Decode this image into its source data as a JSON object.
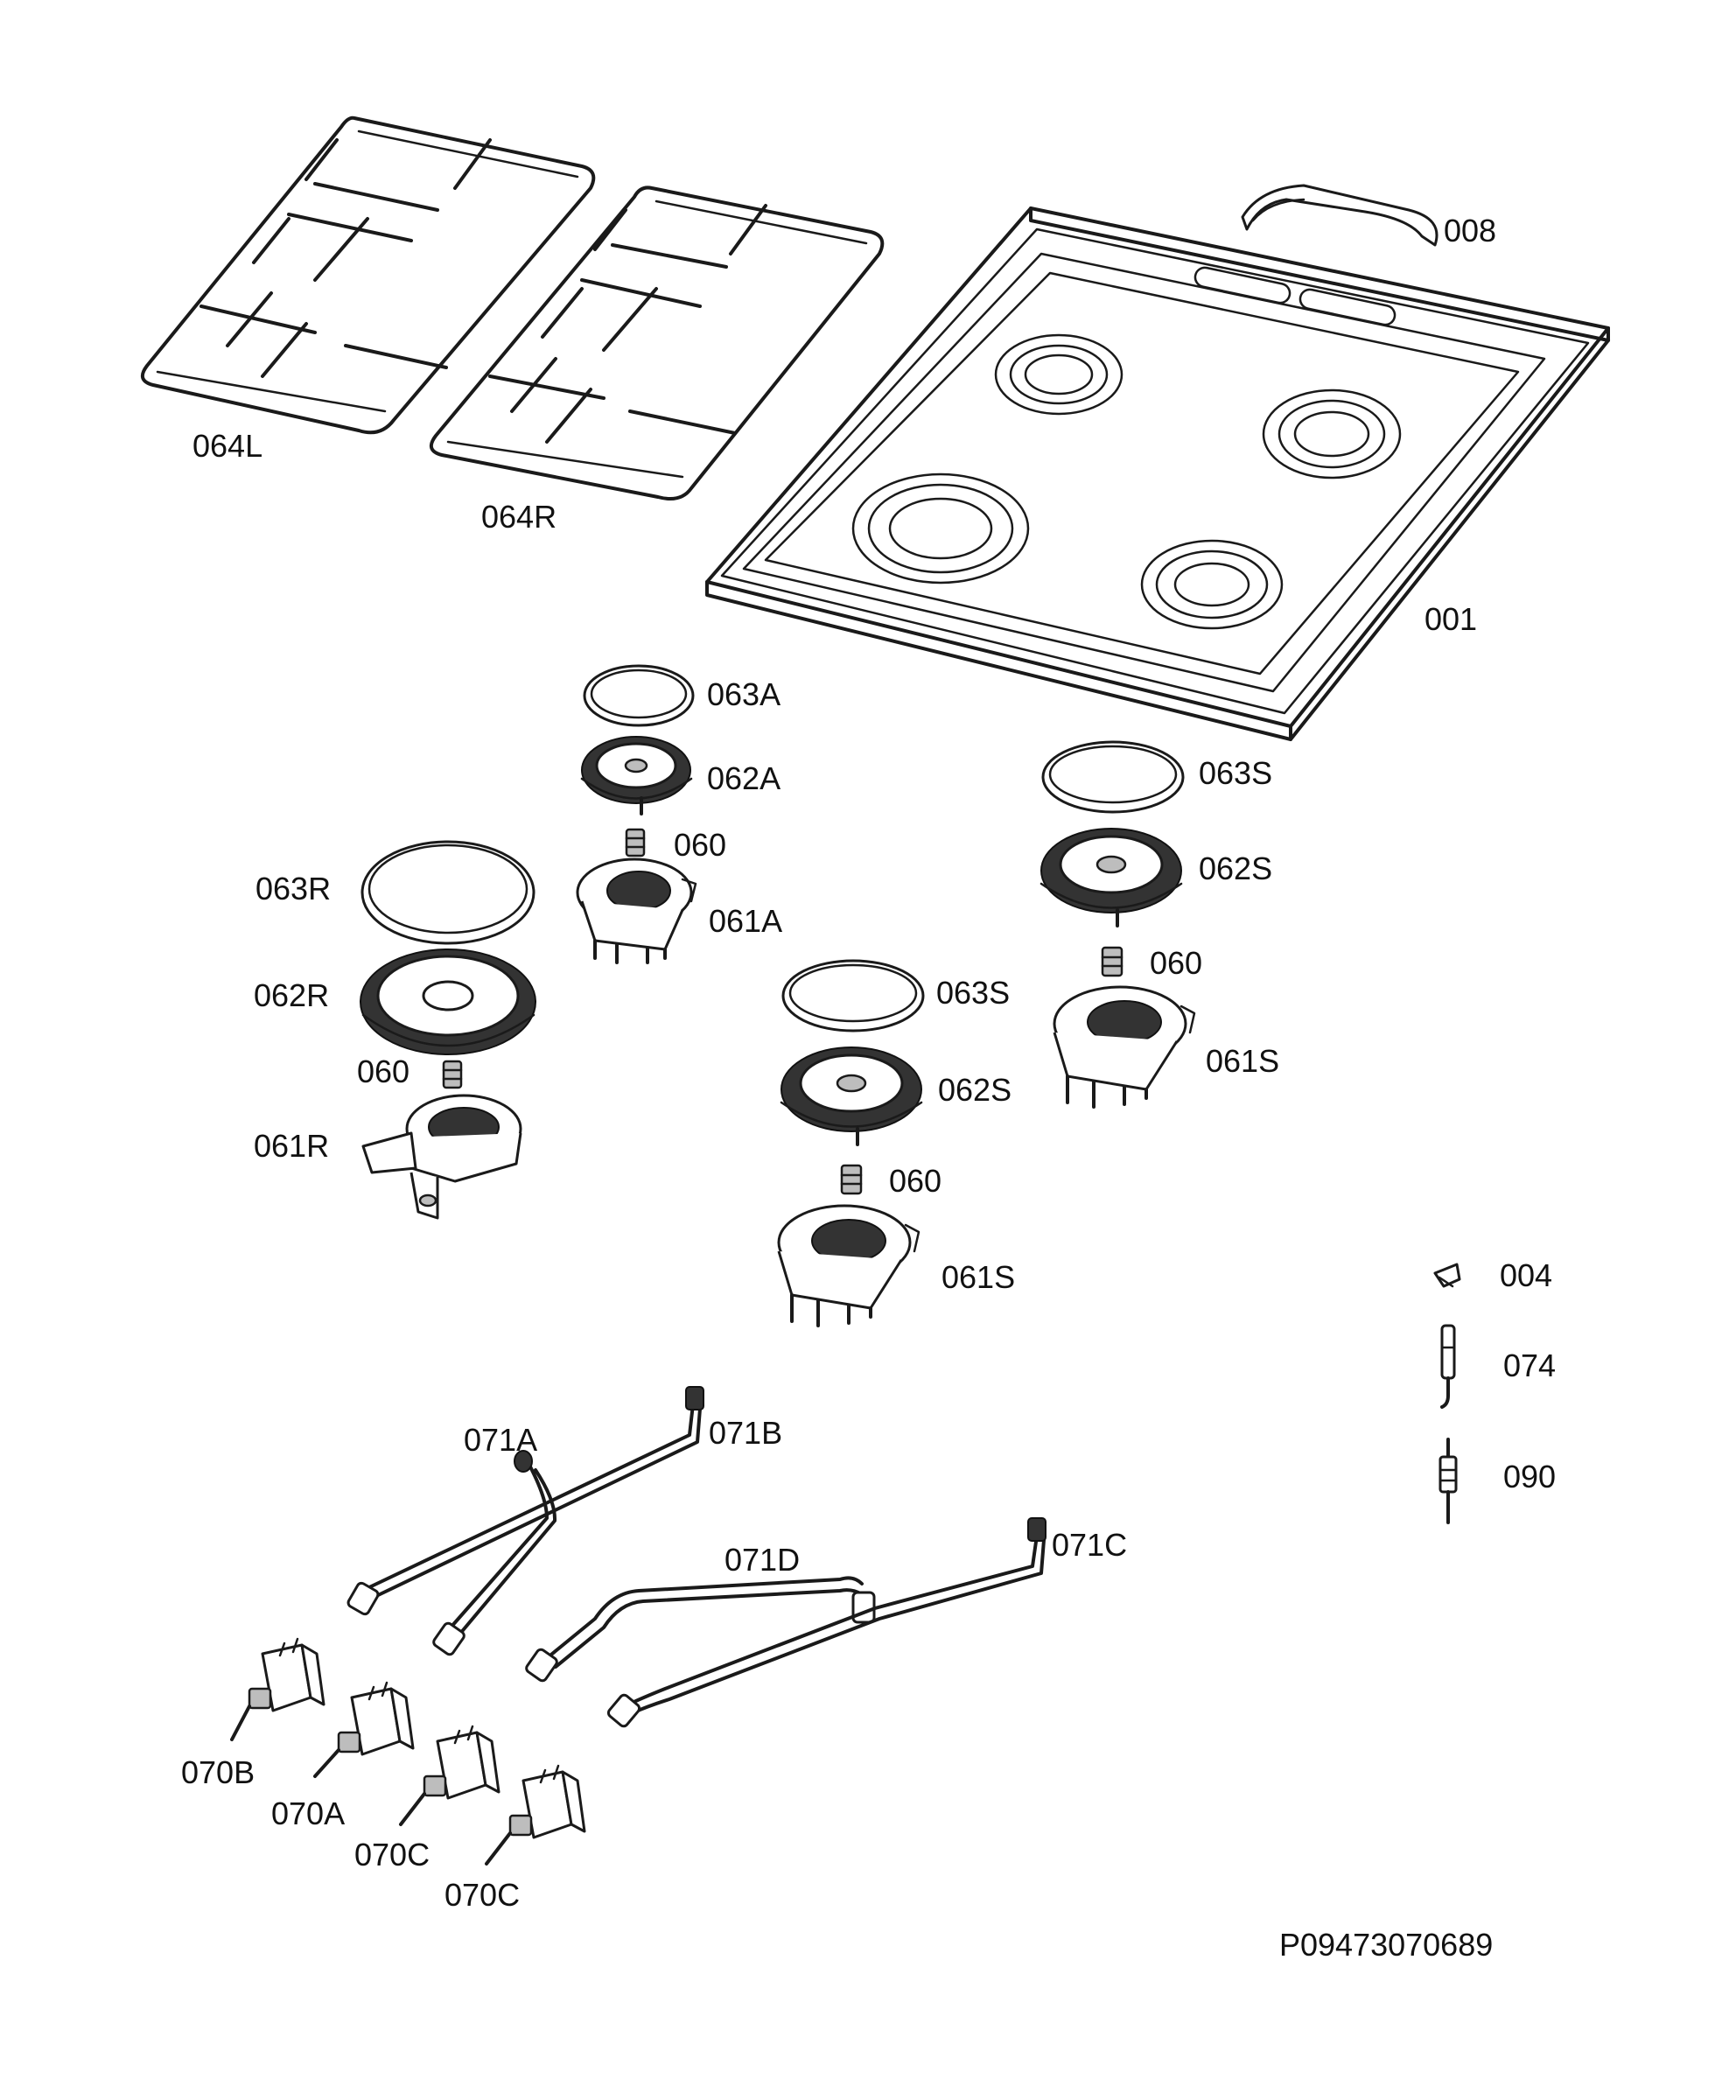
{
  "parts": {
    "p008": "008",
    "p001": "001",
    "p064L": "064L",
    "p064R": "064R",
    "p063A": "063A",
    "p062A": "062A",
    "p060_a": "060",
    "p061A": "061A",
    "p063R": "063R",
    "p062R": "062R",
    "p060_r": "060",
    "p061R": "061R",
    "p063S_right": "063S",
    "p062S_right": "062S",
    "p060_sr": "060",
    "p061S_right": "061S",
    "p063S_mid": "063S",
    "p062S_mid": "062S",
    "p060_sm": "060",
    "p061S_mid": "061S",
    "p004": "004",
    "p074": "074",
    "p090": "090",
    "p071A": "071A",
    "p071B": "071B",
    "p071C": "071C",
    "p071D": "071D",
    "p070B": "070B",
    "p070A": "070A",
    "p070C_1": "070C",
    "p070C_2": "070C"
  },
  "document_code": "P09473070689"
}
